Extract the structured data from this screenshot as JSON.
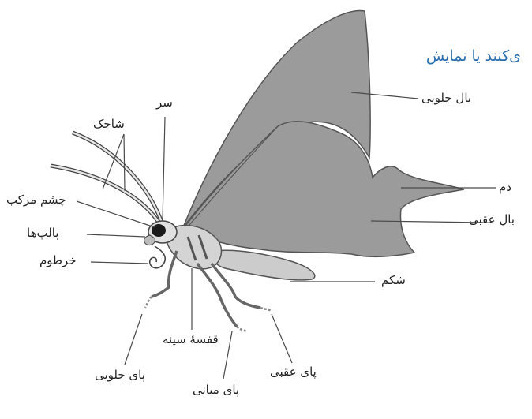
{
  "heading": "ی‌کنند یا نمایش",
  "labels": {
    "forewing": "بال جلویی",
    "head": "سر",
    "antenna": "شاخک",
    "compound_eye": "چشم مرکب",
    "tail": "دم",
    "hindwing": "بال عقبی",
    "palps": "پالپ‌ها",
    "proboscis": "خرطوم",
    "abdomen": "شکم",
    "thorax": "قفسهٔ سینه",
    "foreleg": "پای جلویی",
    "hindleg": "پای عقبی",
    "midleg": "پای میانی"
  },
  "colors": {
    "wing": "#9b9b9b",
    "wing_stroke": "#5a5a5a",
    "body": "#c9c9c9",
    "leader": "#4a4a4a",
    "heading": "#2a6fb0"
  }
}
